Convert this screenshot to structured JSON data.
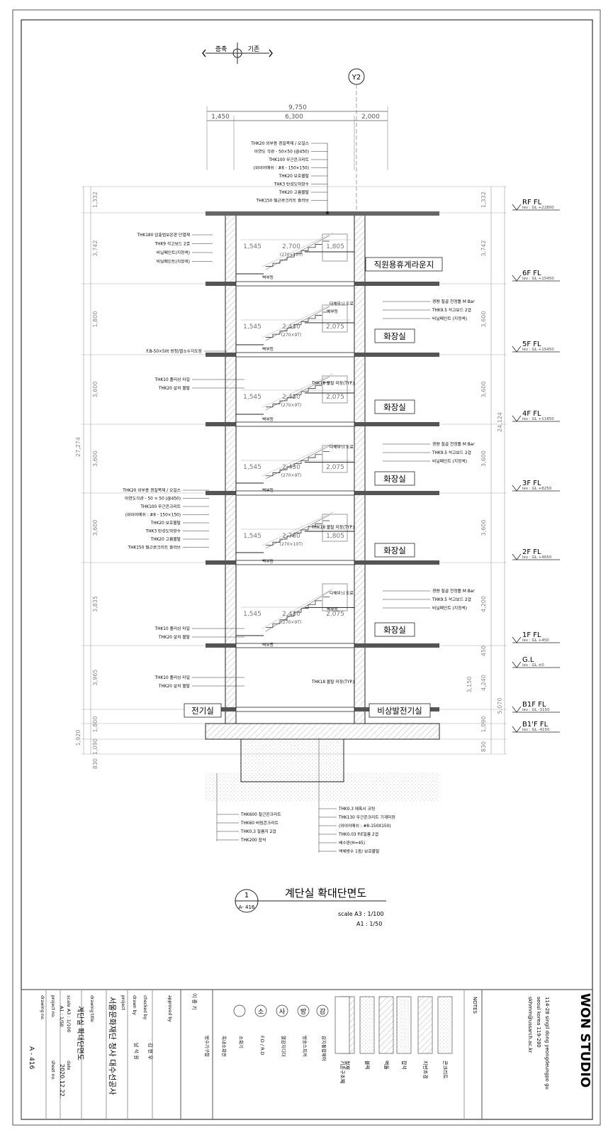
{
  "orientation_marker": {
    "left": "증축",
    "right": "기존"
  },
  "grid_bubble": "Y2",
  "dims_top": {
    "total": "9,750",
    "segments": [
      "1,450",
      "6,300",
      "2,000"
    ]
  },
  "dims_left": [
    "1,332",
    "3,742",
    "1,800",
    "3,600",
    "3,600",
    "3,600",
    "3,835",
    "3,965",
    "1,800",
    "1,090",
    "830"
  ],
  "dims_left_outer": [
    "27,274",
    "1,920"
  ],
  "dims_right": [
    "1,332",
    "3,742",
    "3,600",
    "3,600",
    "3,600",
    "3,600",
    "4,200",
    "450",
    "4,240",
    "1,090",
    "830"
  ],
  "dims_right_outer": [
    "24,124",
    "3,150",
    "5,070"
  ],
  "levels": [
    {
      "name": "RF FL",
      "lev": "lev :   GL  +22800"
    },
    {
      "name": "6F FL",
      "lev": "lev :   GL  +15450"
    },
    {
      "name": "5F FL",
      "lev": "lev :   GL  +15450"
    },
    {
      "name": "4F FL",
      "lev": "lev :   GL  +11850"
    },
    {
      "name": "3F FL",
      "lev": "lev :   GL  +8250"
    },
    {
      "name": "2F FL",
      "lev": "lev :   GL  +4650"
    },
    {
      "name": "1F FL",
      "lev": "lev :   GL  +450"
    },
    {
      "name": "G.L",
      "lev": "lev :   GL  ±0"
    },
    {
      "name": "B1F FL",
      "lev": "lev :   GL  -3150"
    },
    {
      "name": "B1'F FL",
      "lev": "lev :   GL  -4150"
    }
  ],
  "roof_notes": [
    "THK20 외부용 경질목재 / 오일스",
    "아연도 각관 - 50×50 (@450)",
    "THK100 무근콘크리트",
    "(와이어메쉬 : #8 - 150×150)",
    "THK20 보호몰탈",
    "THK3 탄성도막방수",
    "THK20 고름몰탈",
    "THK150 철근콘크리트 슬라브"
  ],
  "left_notes_top": [
    "THK180 압출법보온판 단열재",
    "THK9 석고보드 2겹",
    "비닐페인트(지정색)",
    "비닐페인트(지정색)"
  ],
  "fb_note": "F.B-50×50t 방청/열소수지도장",
  "tile_notes_a": [
    "THK10 폴리싱 타일",
    "THK20 살치 몰탈"
  ],
  "left_notes_mid": [
    "THK20 외부용 경질목재 / 오일스",
    "아연도각관 - 50 × 50 (@450)",
    "THK100 무근콘크리트",
    "(와이어메쉬 : #8 - 150×150)",
    "THK20 보호몰탈",
    "THK3 탄성도막방수",
    "THK20 고름몰탈",
    "THK150 철근콘크리트 슬라브"
  ],
  "tile_notes_b": [
    "THK10 폴리싱 타일",
    "THK20 살치 몰탈"
  ],
  "tile_notes_c": [
    "THK10 폴리싱 타일",
    "THK20 살치 몰탈"
  ],
  "right_notes": [
    "경량 철골 천정틀 M Bar",
    "THK9.5 석고보드 2겹",
    "비닐페인트 (지정색)"
  ],
  "stair_labels": {
    "wall_paint": "벽부등",
    "paint": "다채무늬 도료",
    "floor": "THK18 몰탈 미장(TYP.)",
    "floor_typ": "THK18 몰탈 미장(TYP.)"
  },
  "floor_dims": [
    {
      "a": "1,545",
      "b": "2,700",
      "c": "1,805",
      "sub": "(270×10T)"
    },
    {
      "a": "1,545",
      "b": "2,430",
      "c": "2,075",
      "sub": "(270×9T)"
    },
    {
      "a": "1,545",
      "b": "2,430",
      "c": "2,075",
      "sub": "(270×9T)"
    },
    {
      "a": "1,545",
      "b": "2,430",
      "c": "2,075",
      "sub": "(270×9T)"
    },
    {
      "a": "1,545",
      "b": "2,700",
      "c": "1,805",
      "sub": "(270×10T)"
    },
    {
      "a": "1,545",
      "b": "2,430",
      "c": "2,075",
      "sub": "(270×9T)"
    }
  ],
  "rooms": [
    "직원용휴게라운지",
    "화장실",
    "화장실",
    "화장실",
    "화장실",
    "화장실",
    "전기실",
    "비상발전기실"
  ],
  "foundation_notes_left": [
    "THK600 철근콘크리트",
    "THK60 버림콘크리트",
    "THK0.3 필름지 2겹",
    "THK200 잡석"
  ],
  "foundation_notes_right": [
    "THK0.3 에폭시 코팅",
    "THK130 무근콘크리트 기계미장",
    "(와이어메쉬 : #8-150X150)",
    "THK0.03 P.E필름 2겹",
    "배수판(H=45)",
    "액체방수 1종/ 보호몰탈"
  ],
  "drawing_title": {
    "number": "1",
    "sheet_ref": "A- 416",
    "title": "계단실 확대단면도",
    "scale_a3": "scale  A3 : 1/100",
    "scale_a1": "A1 : 1/50"
  },
  "title_block": {
    "studio": "WON STUDIO",
    "address": [
      "114-28 singil dong yeongdeungpo gu",
      "seoul korea 119-280",
      "skhmm@ussarch.ac.kr"
    ],
    "notes_label": "NOTES",
    "legend": [
      "콘크리트",
      "지반조경",
      "잡석",
      "벽돌",
      "블럭",
      "철재",
      "기존구조체"
    ],
    "symbols": [
      "감",
      "방",
      "사",
      "소",
      ""
    ],
    "symbol_labels": [
      "감지통합제어",
      "방송스피커",
      "열감지디더",
      "F.D / R.D",
      "소화기",
      "옥내소화전",
      "방수기구함"
    ],
    "project": "서울문화재단 청사 대수선공사",
    "drawing_title": "계단실 확대단면도",
    "drawn_by": "남 석 원",
    "checked_by": "김 현 우",
    "approved_by": "이 종 기",
    "scale": "scale   A3 : 1/100",
    "scale_a1": "A1 : 1/50",
    "date": "2020.12.22.",
    "drawing_no": "A - 416",
    "labels": {
      "drawing_title": "drawing title",
      "project": "project",
      "drawn_by": "drawn by",
      "checked_by": "checked by",
      "approved_by": "approved by",
      "date": "date",
      "project_no": "project no.",
      "sheet_no": "sheet no.",
      "drawing_no": "drawing no."
    }
  }
}
